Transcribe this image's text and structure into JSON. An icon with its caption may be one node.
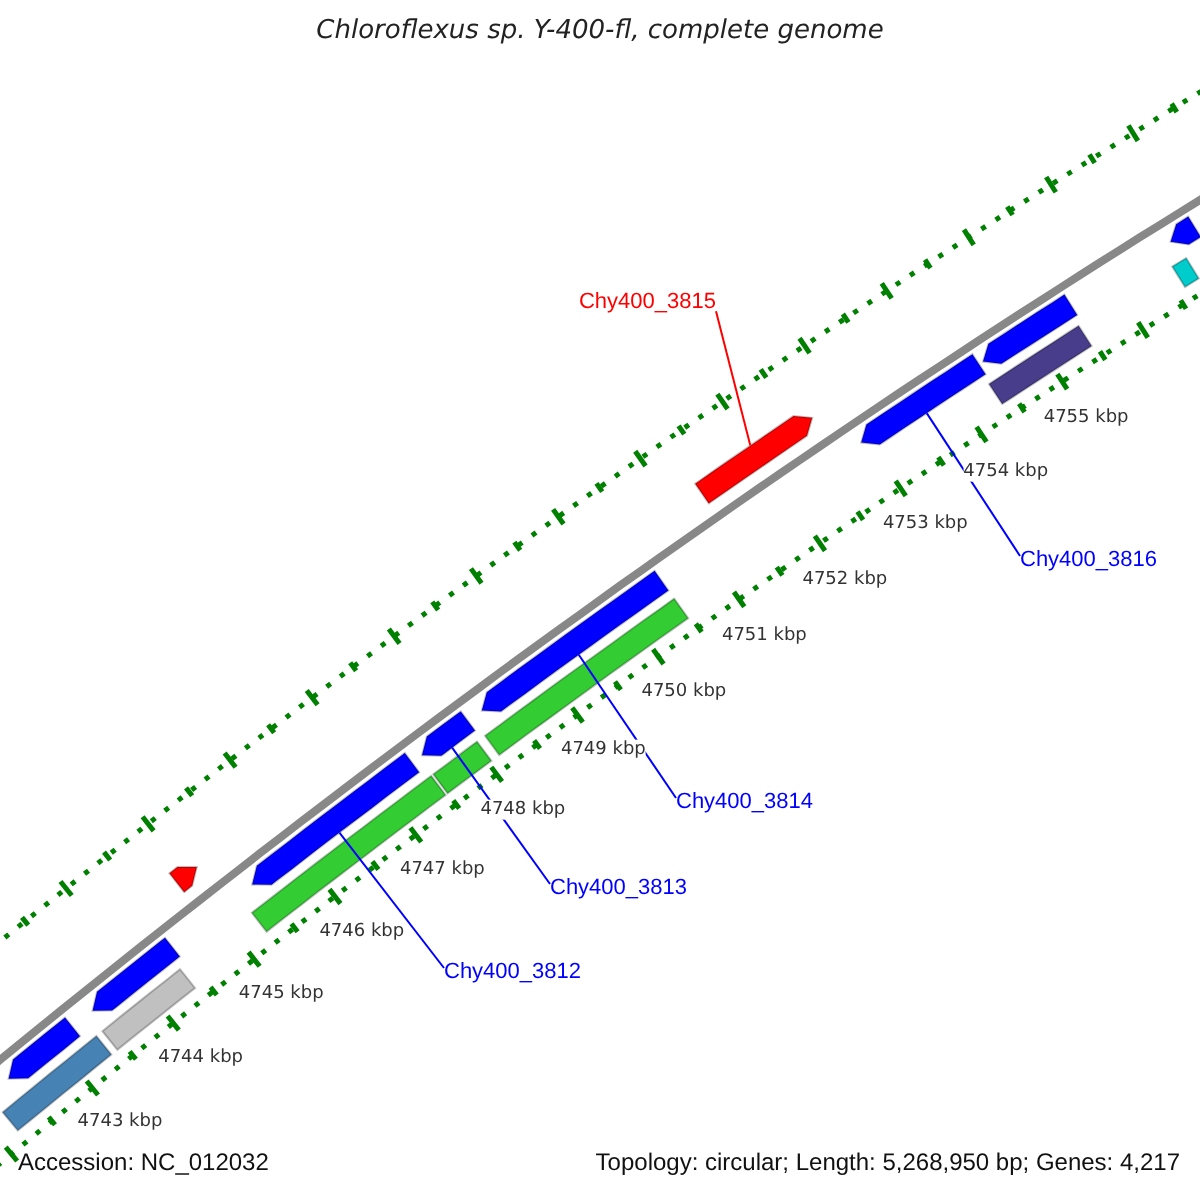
{
  "diagram": {
    "title": "Chloroflexus sp. Y-400-fl, complete genome",
    "nodes": [
      {
        "text": [
          "Chy400_3815"
        ]
      },
      {
        "text": [],
        "shape": "bar"
      },
      {
        "text": [
          "Chy400_3816"
        ]
      },
      {
        "text": [],
        "shape": "bar"
      },
      {
        "text": [
          "Chy400_3814"
        ]
      },
      {
        "text": [],
        "shape": "bar"
      },
      {
        "text": [
          "Chy400_3813"
        ]
      },
      {
        "text": [],
        "shape": "bar"
      },
      {
        "text": [
          "Chy400_3812"
        ]
      },
      {
        "text": [],
        "shape": "bar"
      },
      {
        "text": [],
        "shape": "bar"
      },
      {
        "text": [],
        "shape": "bar"
      },
      {
        "text": [],
        "shape": "bar"
      },
      {
        "text": [],
        "shape": "bar"
      },
      {
        "text": [],
        "shape": "bar"
      },
      {
        "text": [],
        "shape": "bar"
      },
      {
        "text": [],
        "shape": "bar"
      },
      {
        "text": [],
        "shape": "bar"
      },
      {
        "text": [],
        "shape": "bar"
      },
      {
        "text": [],
        "shape": "bar"
      },
      {
        "text": [],
        "shape": "bar"
      },
      {
        "text": [],
        "shape": "bar"
      }
    ],
    "edges": [
      {
        "from": 0,
        "to": 1,
        "arrow": "none",
        "color": "#ff0000"
      },
      {
        "from": 2,
        "to": 3,
        "arrow": "none"
      },
      {
        "from": 4,
        "to": 5,
        "arrow": "none"
      },
      {
        "from": 6,
        "to": 7,
        "arrow": "none"
      },
      {
        "from": 8,
        "to": 9,
        "arrow": "none"
      }
    ],
    "labels": [
      "4755 kbp",
      "4754 kbp",
      "4753 kbp",
      "4752 kbp",
      "4751 kbp",
      "4750 kbp",
      "4749 kbp",
      "4748 kbp",
      "4747 kbp",
      "4746 kbp",
      "4745 kbp",
      "4744 kbp",
      "4743 kbp",
      "Accession: NC_012032",
      "Topology: circular; Length: 5,268,950 bp; Genes: 4,217"
    ]
  }
}
